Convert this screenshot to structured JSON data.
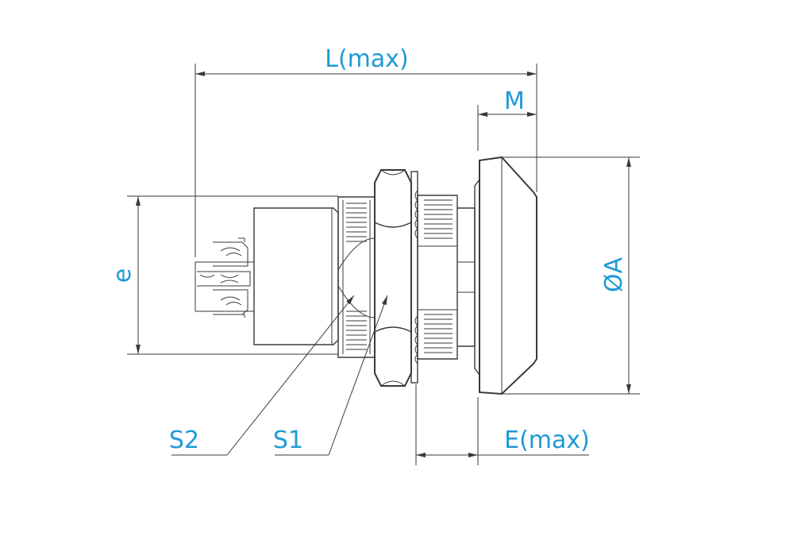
{
  "colors": {
    "label": "#1e9ad6",
    "line": "#3a3a3a"
  },
  "labels": {
    "length": "L(max)",
    "m": "M",
    "diameter": "ØA",
    "e": "e",
    "e_max": "E(max)",
    "s1": "S1",
    "s2": "S2"
  }
}
